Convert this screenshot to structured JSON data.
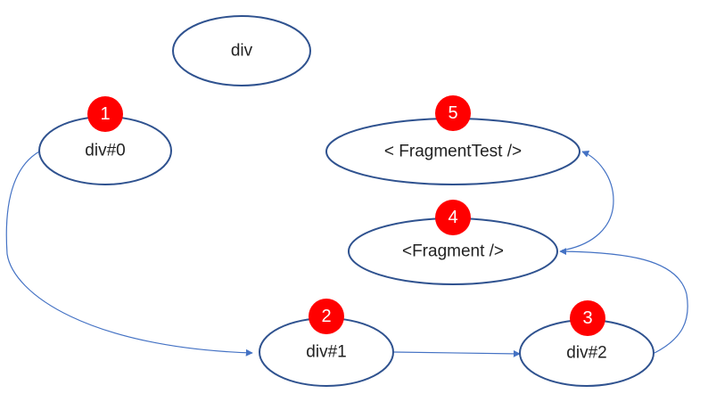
{
  "colors": {
    "node_stroke": "#2f528f",
    "edge": "#4472c4",
    "badge": "#ff0000",
    "badge_text": "#ffffff"
  },
  "nodes": {
    "div_root": {
      "label": "div"
    },
    "div0": {
      "label": "div#0",
      "badge": "1"
    },
    "div1": {
      "label": "div#1",
      "badge": "2"
    },
    "div2": {
      "label": "div#2",
      "badge": "3"
    },
    "fragment": {
      "label": "<Fragment />",
      "badge": "4"
    },
    "fragment_test": {
      "label": "< FragmentTest />",
      "badge": "5"
    }
  },
  "edges": [
    {
      "from": "div0",
      "to": "div1"
    },
    {
      "from": "div1",
      "to": "div2"
    },
    {
      "from": "div2",
      "to": "fragment"
    },
    {
      "from": "fragment",
      "to": "fragment_test"
    }
  ]
}
